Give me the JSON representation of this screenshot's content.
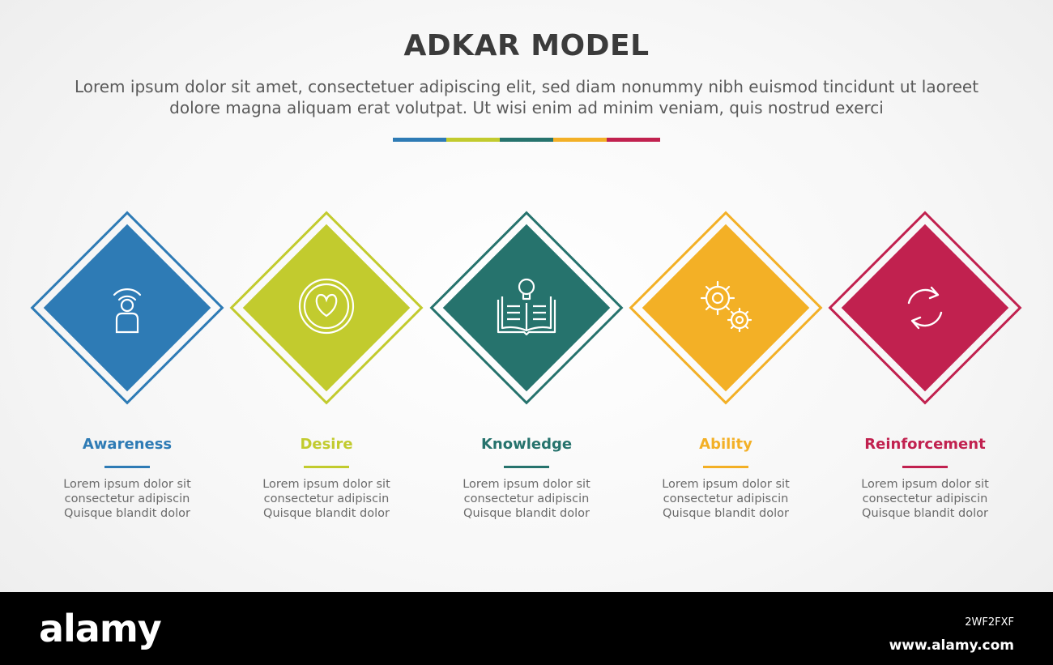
{
  "title": "ADKAR MODEL",
  "subtitle": "Lorem ipsum dolor sit amet, consectetuer adipiscing elit, sed diam nonummy nibh euismod tincidunt ut laoreet dolore magna aliquam erat volutpat. Ut wisi enim ad minim veniam, quis nostrud exerci",
  "colors": {
    "blue": "#2e7bb5",
    "lime": "#c2cb2e",
    "teal": "#26736d",
    "orange": "#f3b026",
    "crimson": "#c1214f",
    "title": "#3b3b3b",
    "text": "#6a6a6a"
  },
  "steps": [
    {
      "label": "Awareness",
      "desc": [
        "Lorem ipsum dolor sit",
        "consectetur adipiscin",
        "Quisque blandit dolor"
      ],
      "color": "#2e7bb5",
      "icon": "person-broadcast-icon"
    },
    {
      "label": "Desire",
      "desc": [
        "Lorem ipsum dolor sit",
        "consectetur adipiscin",
        "Quisque blandit dolor"
      ],
      "color": "#c2cb2e",
      "icon": "heart-circle-icon"
    },
    {
      "label": "Knowledge",
      "desc": [
        "Lorem ipsum dolor sit",
        "consectetur adipiscin",
        "Quisque blandit dolor"
      ],
      "color": "#26736d",
      "icon": "book-lightbulb-icon"
    },
    {
      "label": "Ability",
      "desc": [
        "Lorem ipsum dolor sit",
        "consectetur adipiscin",
        "Quisque blandit dolor"
      ],
      "color": "#f3b026",
      "icon": "gears-icon"
    },
    {
      "label": "Reinforcement",
      "desc": [
        "Lorem ipsum dolor sit",
        "consectetur adipiscin",
        "Quisque blandit dolor"
      ],
      "color": "#c1214f",
      "icon": "refresh-cycle-icon"
    }
  ],
  "footer": {
    "logo": "alamy",
    "image_id": "2WF2FXF",
    "site": "www.alamy.com"
  }
}
